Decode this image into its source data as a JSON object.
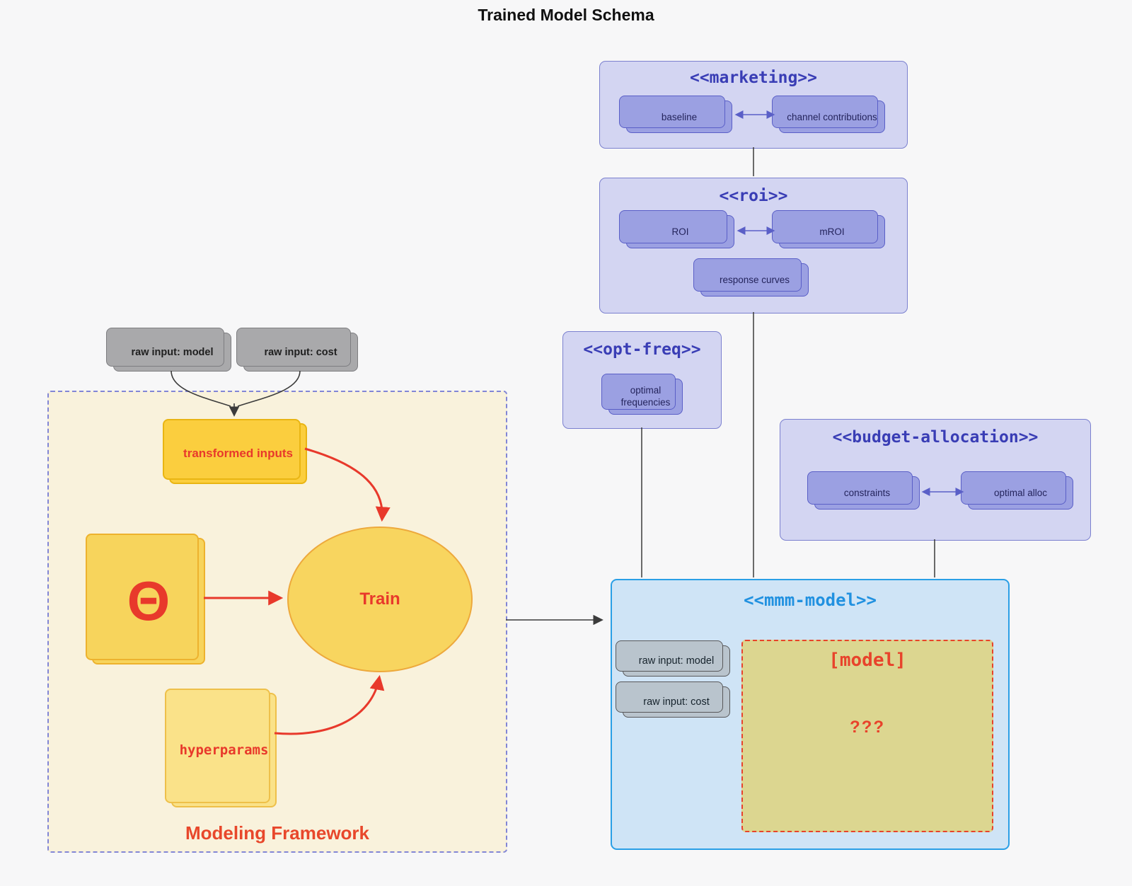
{
  "title": "Trained Model Schema",
  "marketing": {
    "header": "<<marketing>>",
    "baseline": "baseline",
    "channel_contributions": "channel contributions"
  },
  "roi": {
    "header": "<<roi>>",
    "roi": "ROI",
    "mroi": "mROI",
    "response_curves": "response curves"
  },
  "opt_freq": {
    "header": "<<opt-freq>>",
    "optimal_frequencies": "optimal frequencies"
  },
  "budget_allocation": {
    "header": "<<budget-allocation>>",
    "constraints": "constraints",
    "optimal_alloc": "optimal alloc"
  },
  "mmm_model": {
    "header": "<<mmm-model>>",
    "raw_input_model": "raw input: model",
    "raw_input_cost": "raw input: cost",
    "model_label": "[model]",
    "model_placeholder": "???"
  },
  "inputs": {
    "raw_input_model": "raw input: model",
    "raw_input_cost": "raw input: cost"
  },
  "modeling_framework": {
    "label": "Modeling Framework",
    "transformed_inputs": "transformed inputs",
    "theta": "Θ",
    "train": "Train",
    "hyperparams": "hyperparams"
  },
  "colors": {
    "purple_container": "#d3d5f2",
    "purple_node": "#9ba0e2",
    "purple_border": "#5a5fc7",
    "purple_header": "#393db5",
    "blue_container": "#cfe4f6",
    "blue_border": "#2a9fe6",
    "blue_header": "#2191e0",
    "khaki_model_box": "#dcd690",
    "red_accent": "#e8392b",
    "gold_node": "#fbce3e",
    "light_gold_node": "#fae289",
    "cream_container": "#f9f2dc",
    "gray_node": "#a9a9ab",
    "bluegray_node": "#b9c4cd",
    "edge_black": "#3b3b3b"
  }
}
